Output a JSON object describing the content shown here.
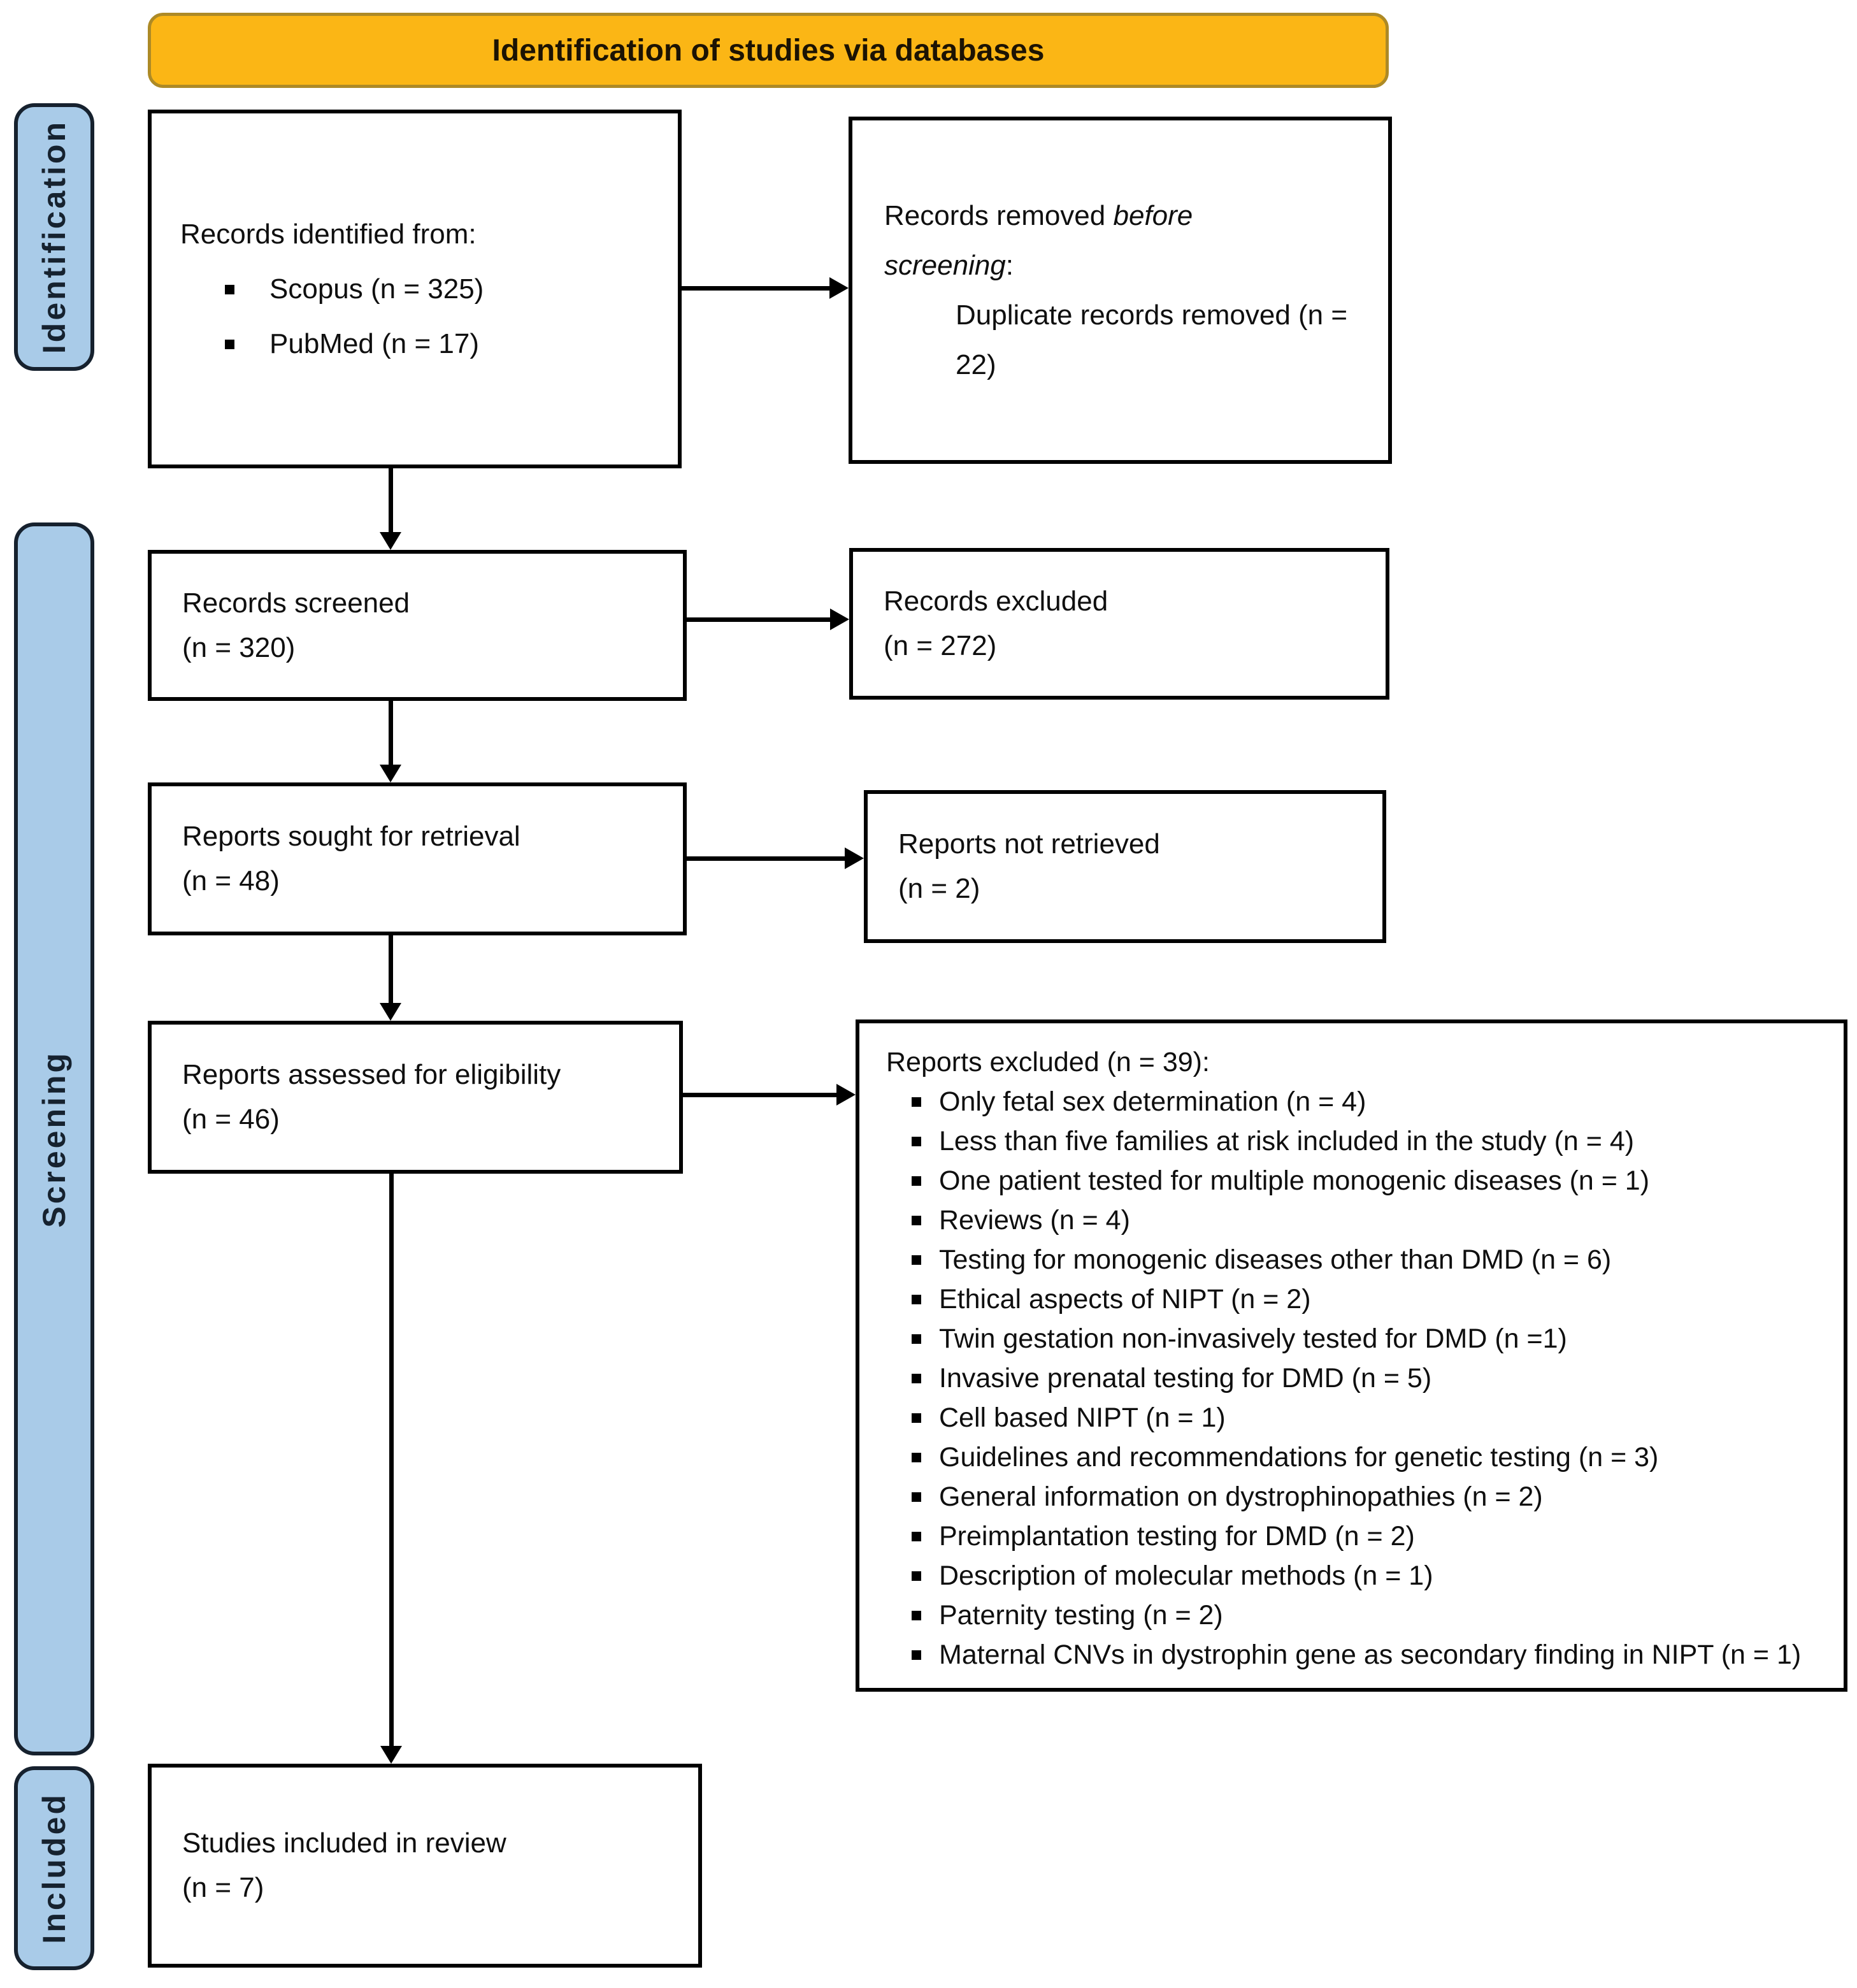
{
  "banner": {
    "label": "Identification of studies via databases"
  },
  "stages": {
    "identification": "Identification",
    "screening": "Screening",
    "included": "Included"
  },
  "boxes": {
    "records_identified": {
      "title": "Records identified from:",
      "bullets": [
        "Scopus (n = 325)",
        "PubMed (n = 17)"
      ]
    },
    "records_removed": {
      "text_normal": "Records removed ",
      "text_italic": "before screening",
      "text_after": ":",
      "sub_item": "Duplicate records removed (n = 22)"
    },
    "records_screened": {
      "line1": "Records screened",
      "line2": "(n = 320)"
    },
    "records_excluded": {
      "line1": "Records excluded",
      "line2": "(n = 272)"
    },
    "reports_sought": {
      "line1": "Reports sought for retrieval",
      "line2": "(n = 48)"
    },
    "reports_not_retrieved": {
      "line1": "Reports not retrieved",
      "line2": "(n = 2)"
    },
    "reports_assessed": {
      "line1": "Reports assessed for eligibility",
      "line2": "(n = 46)"
    },
    "reports_excluded": {
      "title": "Reports excluded (n = 39):",
      "bullets": [
        "Only fetal sex determination (n = 4)",
        "Less than five families at risk included in the study (n = 4)",
        "One patient tested for multiple monogenic diseases (n = 1)",
        "Reviews (n = 4)",
        "Testing for monogenic diseases other than DMD (n = 6)",
        "Ethical aspects of NIPT (n = 2)",
        "Twin gestation non-invasively tested for DMD (n =1)",
        "Invasive prenatal testing for DMD (n = 5)",
        "Cell based NIPT (n = 1)",
        "Guidelines and recommendations for genetic testing (n = 3)",
        "General information on dystrophinopathies (n = 2)",
        "Preimplantation testing for DMD (n = 2)",
        "Description of molecular methods (n = 1)",
        "Paternity testing (n = 2)",
        "Maternal CNVs in dystrophin gene as secondary finding in NIPT (n = 1)"
      ]
    },
    "studies_included": {
      "line1": "Studies included in review",
      "line2": "(n = 7)"
    }
  },
  "colors": {
    "banner_fill": "#FBB615",
    "banner_border": "#AD8A26",
    "stage_fill": "#A9CBE8",
    "stage_border": "#16212E",
    "box_border": "#000000",
    "arrow": "#000000",
    "text": "#111111"
  }
}
